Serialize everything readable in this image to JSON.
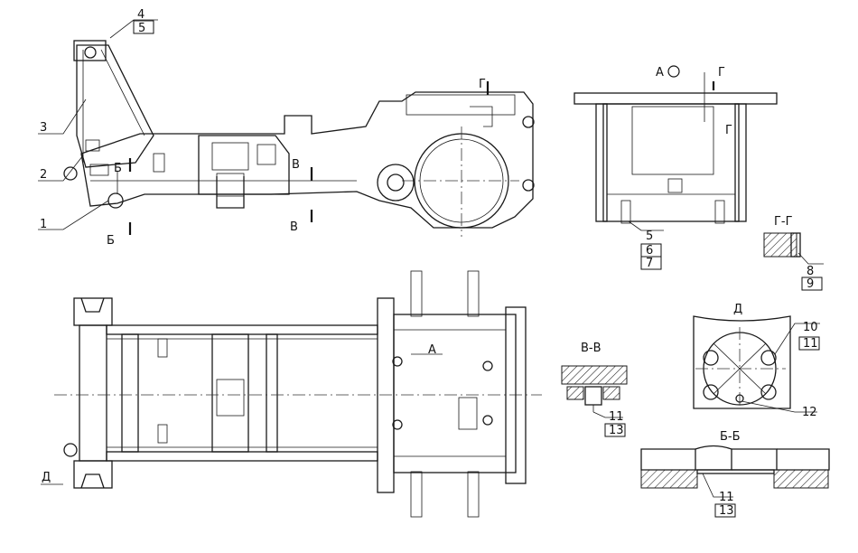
{
  "parts": {
    "p1": "1",
    "p2": "2",
    "p3": "3",
    "p4": "4",
    "p5": "5",
    "p5b": "5",
    "p6": "6",
    "p7": "7",
    "p8": "8",
    "p9": "9",
    "p10": "10",
    "p11": "11",
    "p12": "12",
    "p11_vv": "11",
    "p13_vv": "13",
    "p11_bb": "11",
    "p13_bb": "13"
  },
  "views": {
    "view_a": "А",
    "section_gg": "Г-Г",
    "section_vv": "В-В",
    "view_d": "Д",
    "section_bb": "Б-Б"
  },
  "cut_marks": {
    "b_top": "Б",
    "b_bottom": "Б",
    "v_top": "В",
    "v_bottom": "В",
    "g_top": "Г",
    "g_right": "Г",
    "g_left": "Г",
    "a_plan": "А",
    "d_plan": "Д"
  }
}
